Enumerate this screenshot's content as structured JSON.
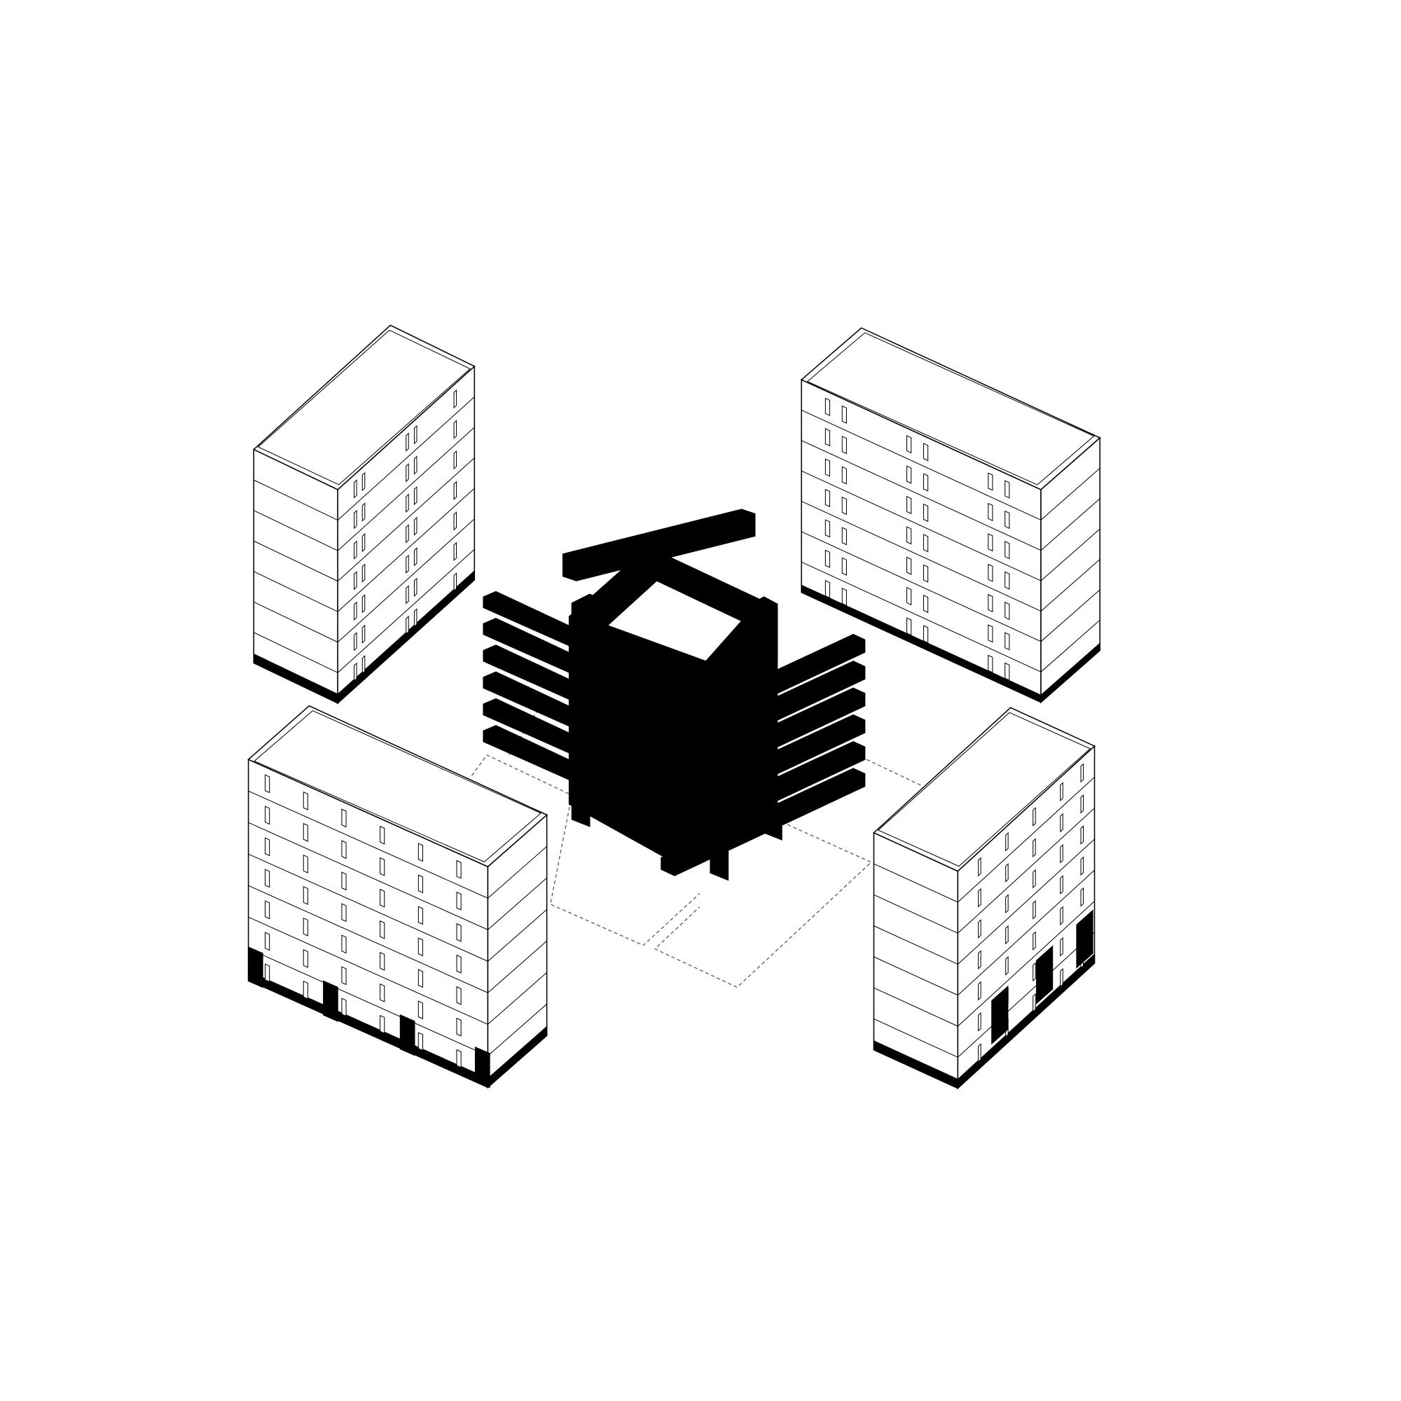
{
  "colors": {
    "ink": "#000000",
    "paper": "#ffffff",
    "dashed": "#555555"
  },
  "buildings": {
    "top_left": {
      "floors": 7,
      "window_columns": 5
    },
    "top_right": {
      "floors": 7,
      "window_columns": 6
    },
    "bottom_left": {
      "floors": 7,
      "window_columns": 6
    },
    "bottom_right": {
      "floors": 7,
      "window_columns": 5
    }
  },
  "center_structure": {
    "left_slabs": 6,
    "right_slabs": 6
  }
}
